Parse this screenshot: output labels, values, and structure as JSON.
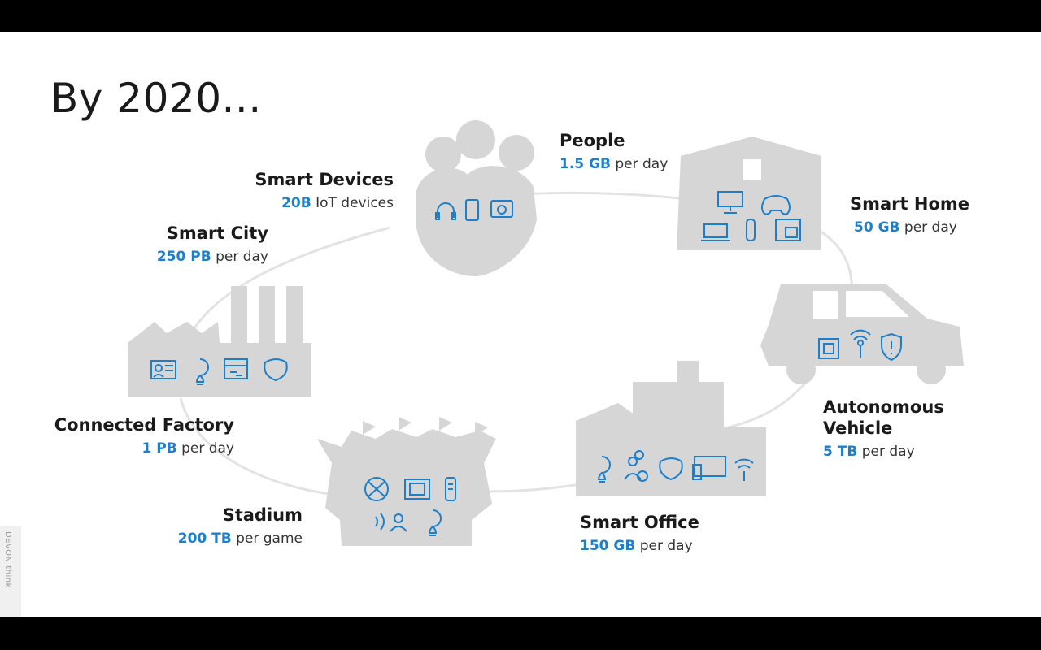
{
  "title": "By 2020...",
  "accent_color": "#1d7fcc",
  "silhouette_color": "#d6d6d6",
  "watermark": "DEVON think",
  "nodes": {
    "people": {
      "name": "People",
      "value": "1.5 GB",
      "unit": "per day",
      "icons": [
        "headphones-icon",
        "phone-icon",
        "touch-screen-icon"
      ]
    },
    "smart_home": {
      "name": "Smart Home",
      "value": "50 GB",
      "unit": "per day",
      "icons": [
        "monitor-icon",
        "gamepad-icon",
        "laptop-icon",
        "smart-speaker-icon",
        "appliance-icon"
      ]
    },
    "autonomous_vehicle": {
      "name_line1": "Autonomous",
      "name_line2": "Vehicle",
      "value": "5 TB",
      "unit": "per day",
      "icons": [
        "chip-icon",
        "wireless-signal-icon",
        "shield-alert-icon"
      ]
    },
    "smart_office": {
      "name": "Smart Office",
      "value": "150 GB",
      "unit": "per day",
      "icons": [
        "lightbulb-icon",
        "people-clock-icon",
        "badge-icon",
        "screen-icon",
        "wifi-icon"
      ]
    },
    "stadium": {
      "name": "Stadium",
      "value": "200 TB",
      "unit": "per game",
      "icons": [
        "ball-icon",
        "film-icon",
        "remote-icon",
        "broadcast-person-icon",
        "lightbulb-icon"
      ]
    },
    "connected_factory": {
      "name": "Connected Factory",
      "value": "1 PB",
      "unit": "per day",
      "icons": [
        "id-card-icon",
        "lightbulb-icon",
        "dashboard-icon",
        "badge-icon"
      ]
    },
    "smart_city": {
      "name": "Smart City",
      "value": "250 PB",
      "unit": "per day"
    },
    "smart_devices": {
      "name": "Smart Devices",
      "value": "20B",
      "unit": "IoT devices"
    }
  }
}
